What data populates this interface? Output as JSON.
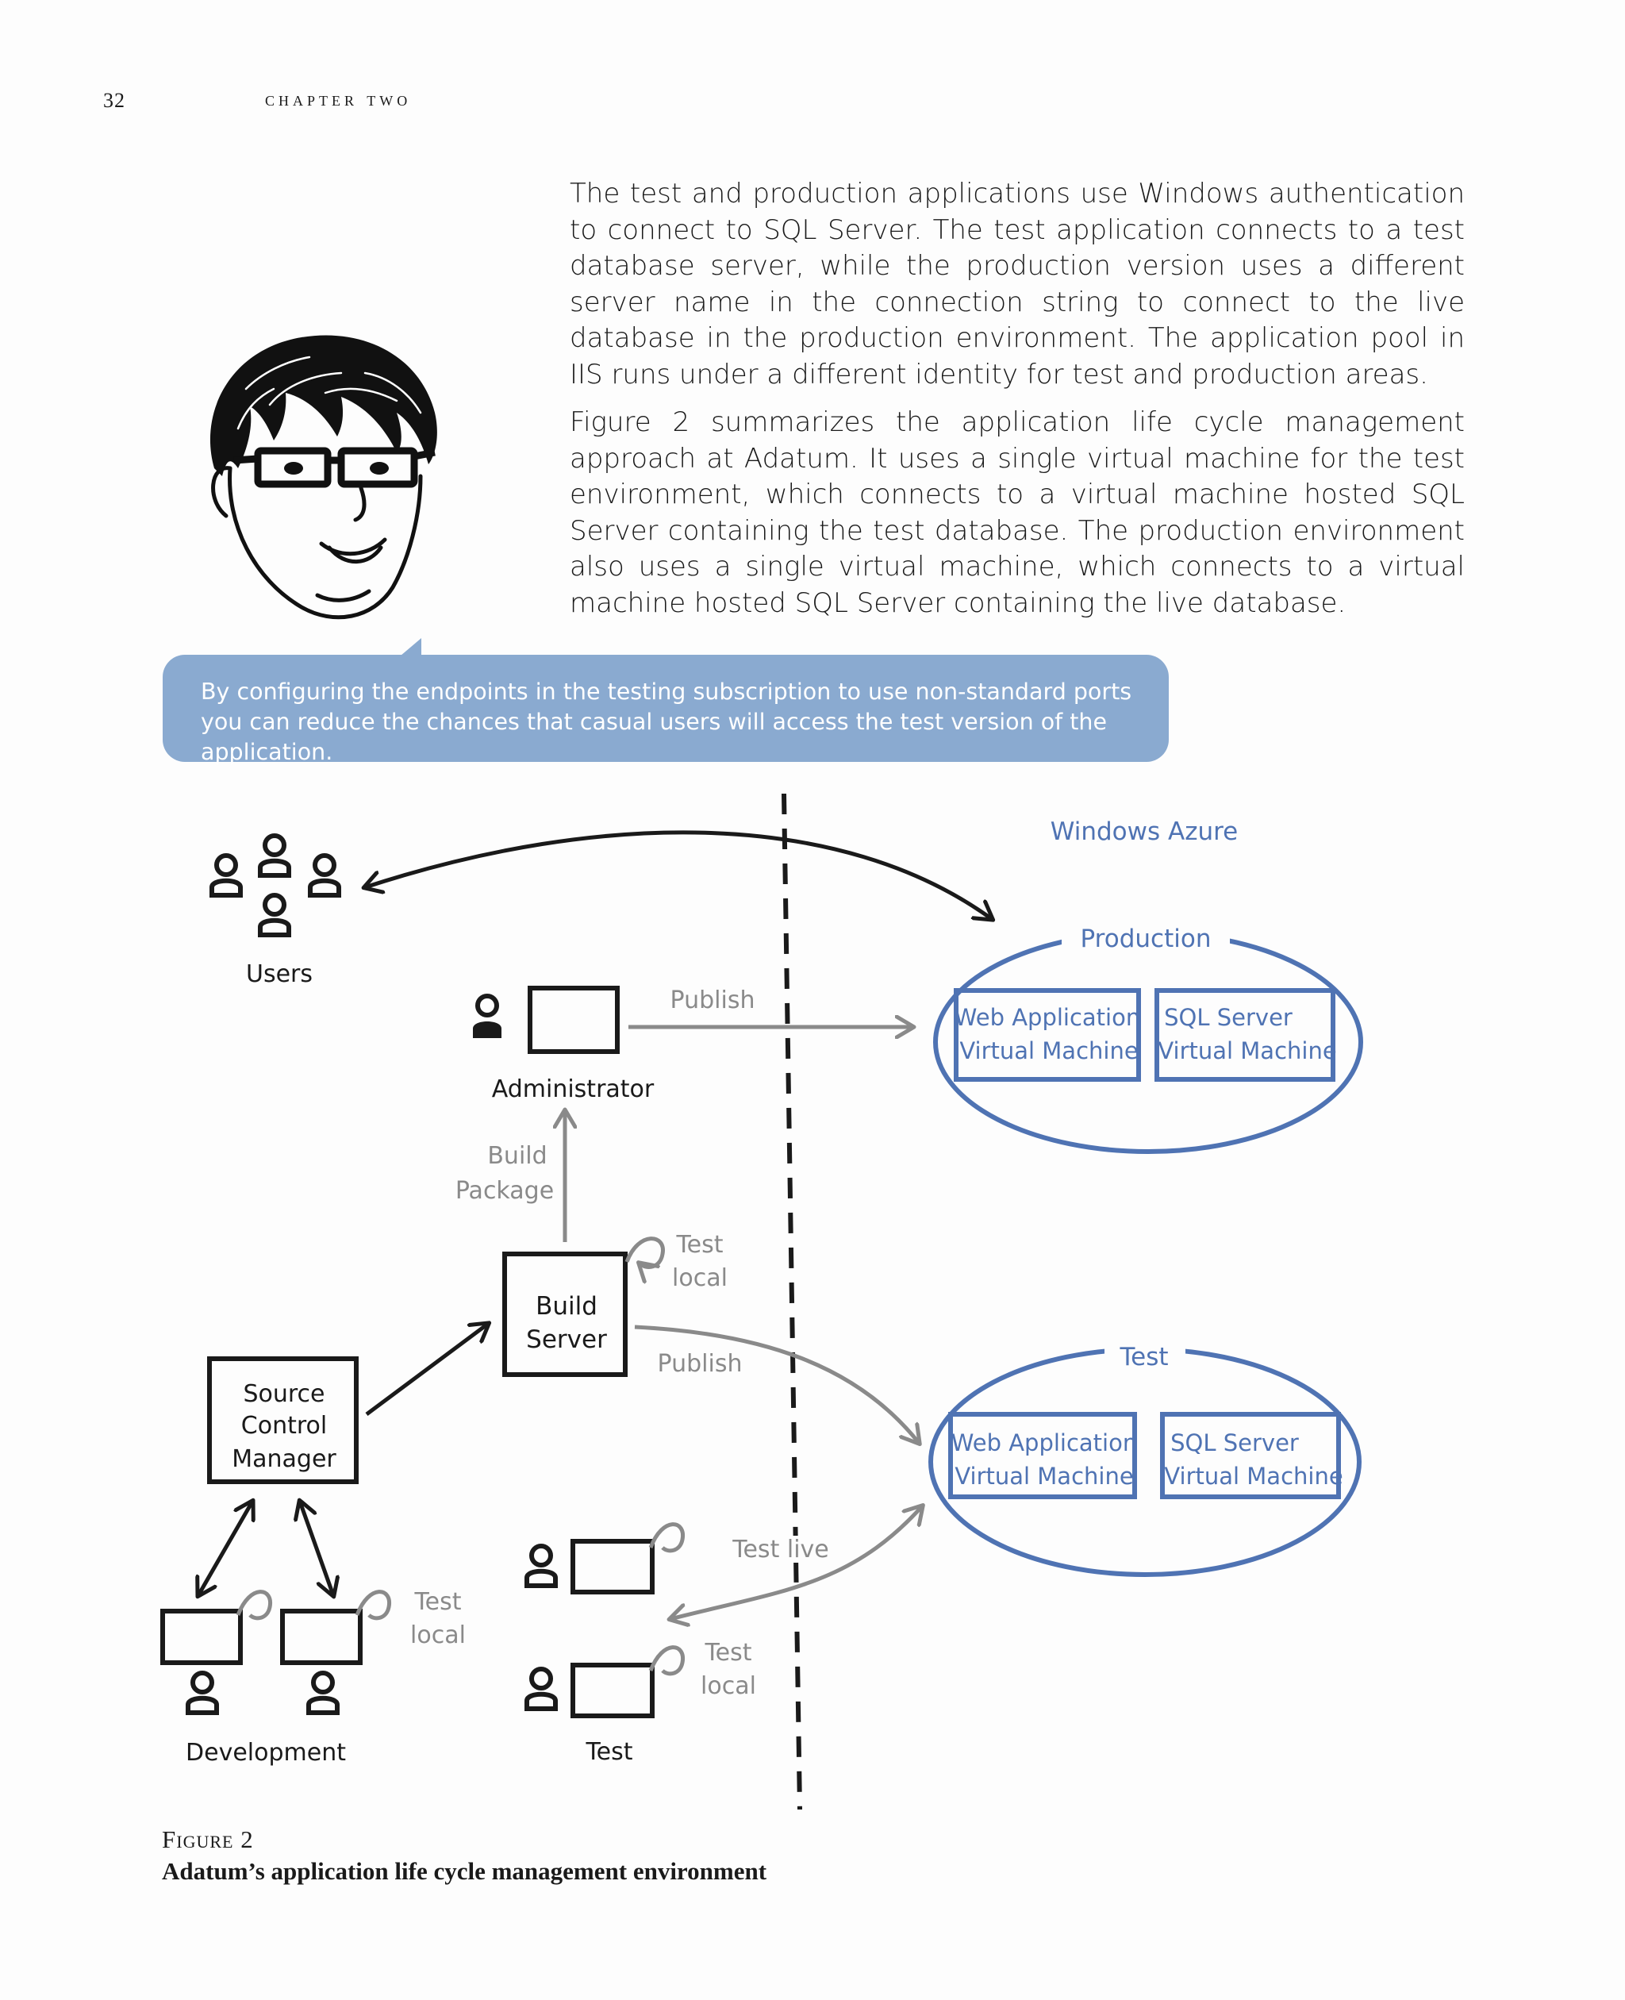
{
  "header": {
    "page_number": "32",
    "running_head": "chapter two"
  },
  "body": {
    "paragraph_1": "The test and production applications use Windows authentication to connect to SQL Server. The test application connects to a test data­base server, while the production version uses a different server name in the connection string to connect to the live database in the produc­tion environment. The application pool in IIS runs under a different identity for test and production areas.",
    "paragraph_2": "Figure 2 summarizes the application life cycle management approach at Adatum. It uses a single virtual machine for the test environment, which connects to a virtual machine hosted SQL Server containing the test database. The production environment also uses a single vir­tual machine, which connects to a virtual machine hosted SQL Server containing the live database."
  },
  "callout": {
    "text": "By configuring the endpoints in the testing subscription to use non-standard ports you can reduce the chances that casual users will access the test version of the application.",
    "background": "#8aaad0"
  },
  "diagram": {
    "cloud_label": "Windows Azure",
    "users_label": "Users",
    "administrator_label": "Administrator",
    "publish_label_1": "Publish",
    "publish_label_2": "Publish",
    "build_package_line1": "Build",
    "build_package_line2": "Package",
    "test_local_1_line1": "Test",
    "test_local_1_line2": "local",
    "test_local_2_line1": "Test",
    "test_local_2_line2": "local",
    "test_local_3_line1": "Test",
    "test_local_3_line2": "local",
    "build_server_line1": "Build",
    "build_server_line2": "Server",
    "scm_line1": "Source",
    "scm_line2": "Control",
    "scm_line3": "Manager",
    "test_live_label": "Test live",
    "development_label": "Development",
    "test_group_label": "Test",
    "production": {
      "title": "Production",
      "web_vm_line1": "Web Application",
      "web_vm_line2": "Virtual Machine",
      "sql_vm_line1": "SQL Server",
      "sql_vm_line2": "Virtual Machine"
    },
    "test_env": {
      "title": "Test",
      "web_vm_line1": "Web Application",
      "web_vm_line2": "Virtual Machine",
      "sql_vm_line1": "SQL Server",
      "sql_vm_line2": "Virtual Machine"
    },
    "colors": {
      "azure_blue": "#4f73b3",
      "gray_arrow": "#8a8a8a",
      "ink": "#1a1a1a"
    }
  },
  "figure": {
    "label": "Figure 2",
    "caption": "Adatum’s application life cycle management environment"
  }
}
